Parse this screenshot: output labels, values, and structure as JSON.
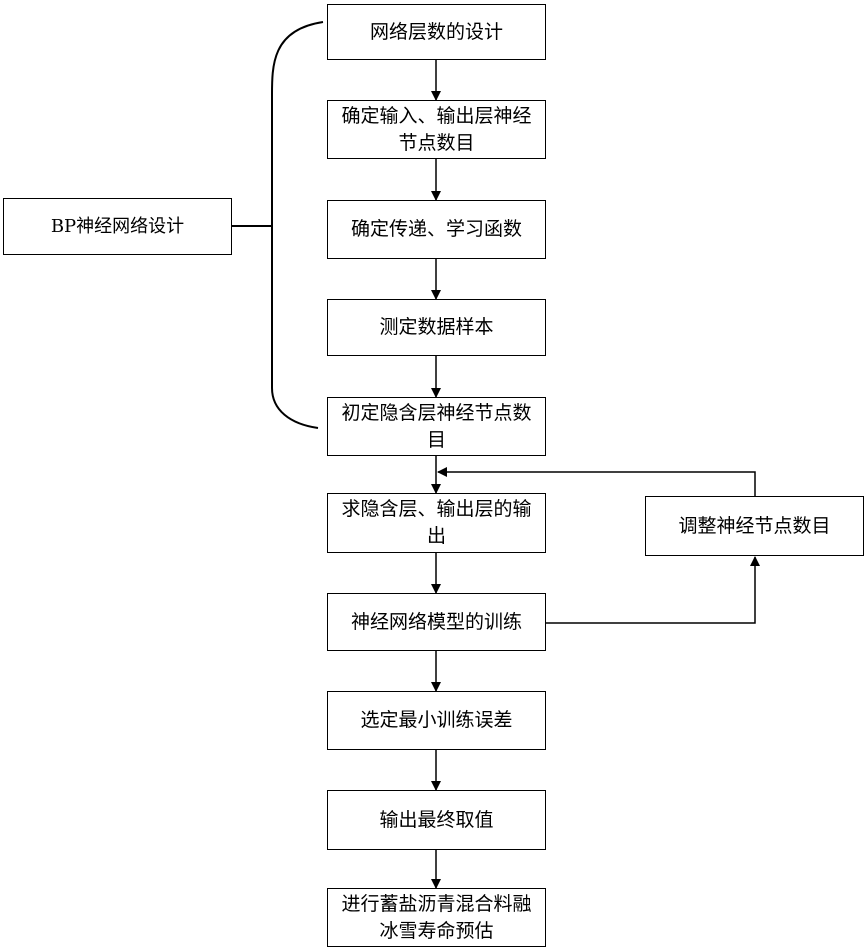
{
  "diagram": {
    "left_label": "BP神经网络设计",
    "side_label": "调整神经节点数目",
    "steps": [
      "网络层数的设计",
      "确定输入、输出层神经节点数目",
      "确定传递、学习函数",
      "测定数据样本",
      "初定隐含层神经节点数目",
      "求隐含层、输出层的输出",
      "神经网络模型的训练",
      "选定最小训练误差",
      "输出最终取值",
      "进行蓄盐沥青混合料融冰雪寿命预估"
    ]
  }
}
